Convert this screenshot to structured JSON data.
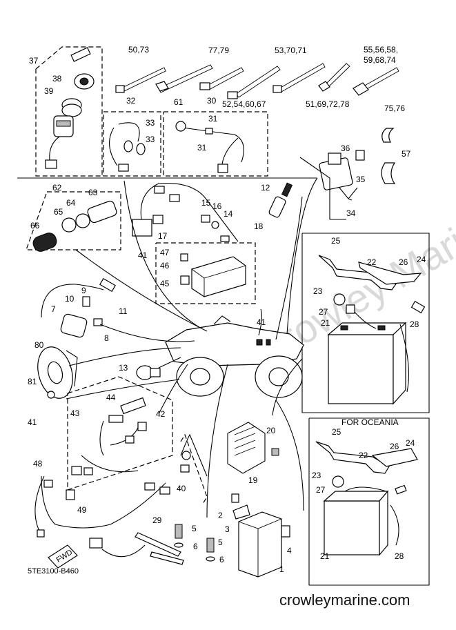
{
  "drawing_code": "5TE3100-B460",
  "website": "crowleymarine.com",
  "watermark": "Crowley Marine",
  "oceania_box": {
    "title": "FOR OCEANIA",
    "labels": [
      "25",
      "26",
      "24",
      "22",
      "23",
      "27",
      "21",
      "28"
    ]
  },
  "part_labels": {
    "p1": "1",
    "p2": "2",
    "p3": "3",
    "p4": "4",
    "p5a": "5",
    "p5b": "5",
    "p6a": "6",
    "p6b": "6",
    "p7": "7",
    "p8": "8",
    "p9": "9",
    "p10": "10",
    "p11": "11",
    "p12": "12",
    "p13": "13",
    "p14": "14",
    "p15": "15",
    "p16": "16",
    "p17": "17",
    "p18": "18",
    "p19": "19",
    "p20": "20",
    "p21": "21",
    "p22": "22",
    "p23": "23",
    "p24": "24",
    "p25": "25",
    "p26": "26",
    "p27": "27",
    "p28": "28",
    "p29": "29",
    "p30": "30",
    "p31a": "31",
    "p31b": "31",
    "p32": "32",
    "p33a": "33",
    "p33b": "33",
    "p34": "34",
    "p35": "35",
    "p36": "36",
    "p37": "37",
    "p38": "38",
    "p39": "39",
    "p40": "40",
    "p41a": "41",
    "p41b": "41",
    "p41c": "41",
    "p42": "42",
    "p43": "43",
    "p44": "44",
    "p45": "45",
    "p46": "46",
    "p47": "47",
    "p48": "48",
    "p49": "49",
    "p57": "57",
    "p61": "61",
    "p62": "62",
    "p63": "63",
    "p64": "64",
    "p65": "65",
    "p66": "66",
    "p80": "80",
    "p81": "81",
    "g5073": "50,73",
    "g7779": "77,79",
    "g537071": "53,70,71",
    "g5556": "55,56,58,",
    "g5968": "59,68,74",
    "g52": "52,54,60,67",
    "g51": "51,69,72,78",
    "g7576": "75,76"
  },
  "fwd_label": "FWD"
}
